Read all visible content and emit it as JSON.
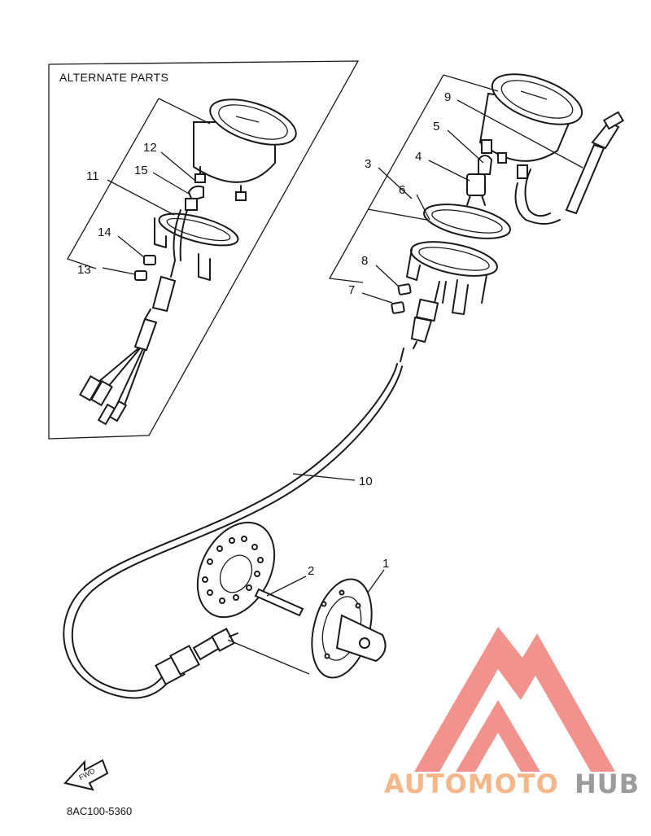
{
  "alternate_box": {
    "title": "ALTERNATE PARTS"
  },
  "callouts": {
    "c1": "1",
    "c2": "2",
    "c3": "3",
    "c4": "4",
    "c5": "5",
    "c6": "6",
    "c7": "7",
    "c8": "8",
    "c9": "9",
    "c10": "10",
    "c11": "11",
    "c12": "12",
    "c13": "13",
    "c14": "14",
    "c15": "15"
  },
  "direction_arrow": {
    "label": "FWD"
  },
  "diagram_code": "8AC100-5360",
  "watermark": {
    "text_part1": "AUTOMOTO",
    "text_part2": "HUB",
    "color_primary": "#f5b78a",
    "color_secondary": "#9b9b9b",
    "logo_color": "#f0807a"
  }
}
